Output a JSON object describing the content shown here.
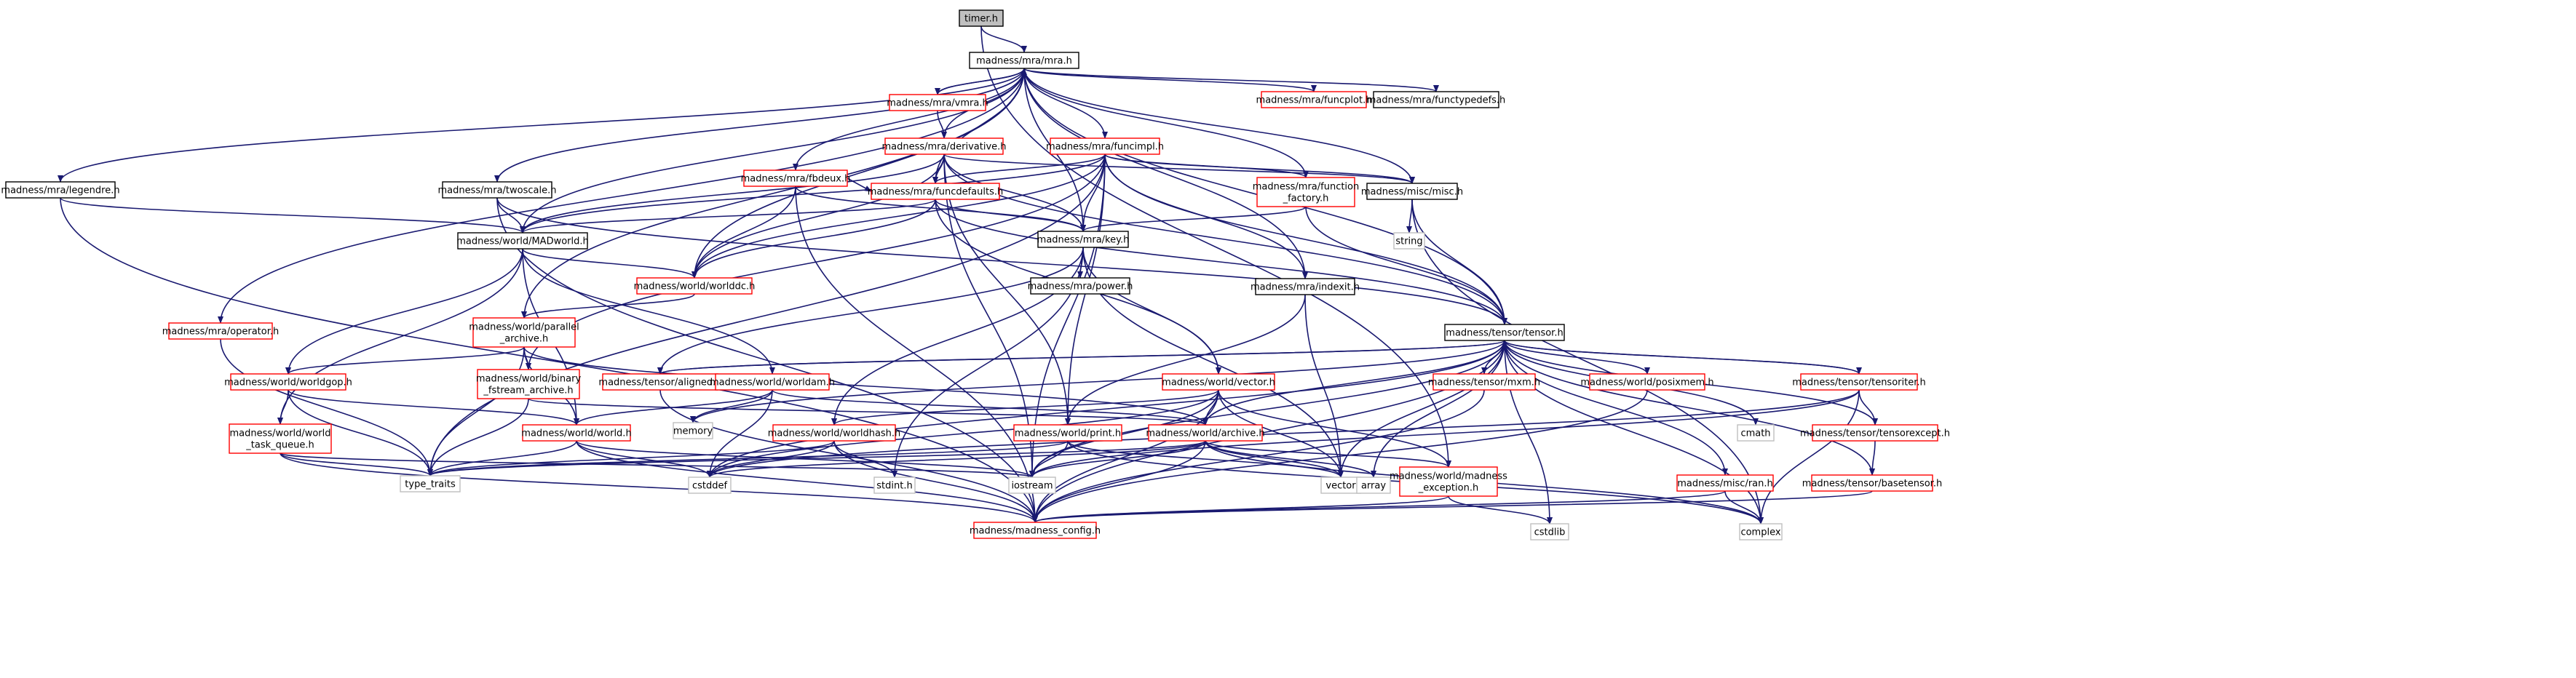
{
  "diagram": {
    "kind": "include dependency graph",
    "colors": {
      "edge": "#191970",
      "box_linked": "#000000",
      "box_unlinked": "#ff0000",
      "box_ext": "#bfbfbf",
      "root_fill": "#bfbfbf"
    },
    "nodes": [
      {
        "id": "timer",
        "label": "timer.h",
        "style": "root"
      },
      {
        "id": "mra",
        "label": "madness/mra/mra.h",
        "style": "linked"
      },
      {
        "id": "legendre",
        "label": "madness/mra/legendre.h",
        "style": "linked"
      },
      {
        "id": "operator",
        "label": "madness/mra/operator.h",
        "style": "unlinked"
      },
      {
        "id": "fbdeux",
        "label": "madness/mra/fbdeux.h",
        "style": "unlinked"
      },
      {
        "id": "vmra",
        "label": "madness/mra/vmra.h",
        "style": "unlinked"
      },
      {
        "id": "derivative",
        "label": "madness/mra/derivative.h",
        "style": "unlinked"
      },
      {
        "id": "funcimpl",
        "label": "madness/mra/funcimpl.h",
        "style": "unlinked"
      },
      {
        "id": "funcplot",
        "label": "madness/mra/funcplot.h",
        "style": "unlinked"
      },
      {
        "id": "functypedefs",
        "label": "madness/mra/functypedefs.h",
        "style": "linked"
      },
      {
        "id": "twoscale",
        "label": "madness/mra/twoscale.h",
        "style": "linked"
      },
      {
        "id": "funcdefaults",
        "label": "madness/mra/funcdefaults.h",
        "style": "unlinked"
      },
      {
        "id": "function_factory",
        "label": "madness/mra/function\n_factory.h",
        "style": "unlinked"
      },
      {
        "id": "misc",
        "label": "madness/misc/misc.h",
        "style": "linked"
      },
      {
        "id": "string",
        "label": "string",
        "style": "ext"
      },
      {
        "id": "madworld",
        "label": "madness/world/MADworld.h",
        "style": "linked"
      },
      {
        "id": "key",
        "label": "madness/mra/key.h",
        "style": "linked"
      },
      {
        "id": "worlddc",
        "label": "madness/world/worlddc.h",
        "style": "unlinked"
      },
      {
        "id": "power",
        "label": "madness/mra/power.h",
        "style": "linked"
      },
      {
        "id": "indexit",
        "label": "madness/mra/indexit.h",
        "style": "linked"
      },
      {
        "id": "parallel_archive",
        "label": "madness/world/parallel\n_archive.h",
        "style": "unlinked"
      },
      {
        "id": "tensor",
        "label": "madness/tensor/tensor.h",
        "style": "linked"
      },
      {
        "id": "worldgop",
        "label": "madness/world/worldgop.h",
        "style": "unlinked"
      },
      {
        "id": "binary_fstream",
        "label": "madness/world/binary\n_fstream_archive.h",
        "style": "unlinked"
      },
      {
        "id": "aligned",
        "label": "madness/tensor/aligned.h",
        "style": "unlinked"
      },
      {
        "id": "worldam",
        "label": "madness/world/worldam.h",
        "style": "unlinked"
      },
      {
        "id": "vector_h",
        "label": "madness/world/vector.h",
        "style": "unlinked"
      },
      {
        "id": "mxm",
        "label": "madness/tensor/mxm.h",
        "style": "unlinked"
      },
      {
        "id": "posixmem",
        "label": "madness/world/posixmem.h",
        "style": "unlinked"
      },
      {
        "id": "tensoriter",
        "label": "madness/tensor/tensoriter.h",
        "style": "unlinked"
      },
      {
        "id": "task_queue",
        "label": "madness/world/world\n_task_queue.h",
        "style": "unlinked"
      },
      {
        "id": "memory",
        "label": "memory",
        "style": "ext"
      },
      {
        "id": "world",
        "label": "madness/world/world.h",
        "style": "unlinked"
      },
      {
        "id": "worldhash",
        "label": "madness/world/worldhash.h",
        "style": "unlinked"
      },
      {
        "id": "print",
        "label": "madness/world/print.h",
        "style": "unlinked"
      },
      {
        "id": "archive",
        "label": "madness/world/archive.h",
        "style": "unlinked"
      },
      {
        "id": "cmath",
        "label": "cmath",
        "style": "ext"
      },
      {
        "id": "tensorexcept",
        "label": "madness/tensor/tensorexcept.h",
        "style": "unlinked"
      },
      {
        "id": "type_traits",
        "label": "type_traits",
        "style": "ext"
      },
      {
        "id": "cstddef",
        "label": "cstddef",
        "style": "ext"
      },
      {
        "id": "stdint",
        "label": "stdint.h",
        "style": "ext"
      },
      {
        "id": "iostream",
        "label": "iostream",
        "style": "ext"
      },
      {
        "id": "vector",
        "label": "vector",
        "style": "ext"
      },
      {
        "id": "array",
        "label": "array",
        "style": "ext"
      },
      {
        "id": "madness_exception",
        "label": "madness/world/madness\n_exception.h",
        "style": "unlinked"
      },
      {
        "id": "ran",
        "label": "madness/misc/ran.h",
        "style": "unlinked"
      },
      {
        "id": "basetensor",
        "label": "madness/tensor/basetensor.h",
        "style": "unlinked"
      },
      {
        "id": "madness_config",
        "label": "madness/madness_config.h",
        "style": "unlinked"
      },
      {
        "id": "cstdlib",
        "label": "cstdlib",
        "style": "ext"
      },
      {
        "id": "complex",
        "label": "complex",
        "style": "ext"
      }
    ],
    "edges": [
      [
        "timer",
        "mra"
      ],
      [
        "timer",
        "madness_exception"
      ],
      [
        "mra",
        "legendre"
      ],
      [
        "mra",
        "operator"
      ],
      [
        "mra",
        "fbdeux"
      ],
      [
        "mra",
        "vmra"
      ],
      [
        "mra",
        "derivative"
      ],
      [
        "mra",
        "funcimpl"
      ],
      [
        "mra",
        "funcplot"
      ],
      [
        "mra",
        "functypedefs"
      ],
      [
        "mra",
        "twoscale"
      ],
      [
        "mra",
        "funcdefaults"
      ],
      [
        "mra",
        "function_factory"
      ],
      [
        "mra",
        "misc"
      ],
      [
        "mra",
        "madworld"
      ],
      [
        "mra",
        "key"
      ],
      [
        "mra",
        "worlddc"
      ],
      [
        "mra",
        "indexit"
      ],
      [
        "mra",
        "parallel_archive"
      ],
      [
        "mra",
        "tensor"
      ],
      [
        "vmra",
        "mra"
      ],
      [
        "vmra",
        "derivative"
      ],
      [
        "legendre",
        "madworld"
      ],
      [
        "legendre",
        "madness_config"
      ],
      [
        "operator",
        "type_traits"
      ],
      [
        "fbdeux",
        "funcdefaults"
      ],
      [
        "fbdeux",
        "key"
      ],
      [
        "fbdeux",
        "worlddc"
      ],
      [
        "fbdeux",
        "madness_config"
      ],
      [
        "derivative",
        "funcdefaults"
      ],
      [
        "derivative",
        "key"
      ],
      [
        "derivative",
        "madworld"
      ],
      [
        "derivative",
        "misc"
      ],
      [
        "derivative",
        "worlddc"
      ],
      [
        "derivative",
        "tensor"
      ],
      [
        "derivative",
        "print"
      ],
      [
        "derivative",
        "iostream"
      ],
      [
        "funcimpl",
        "funcdefaults"
      ],
      [
        "funcimpl",
        "function_factory"
      ],
      [
        "funcimpl",
        "misc"
      ],
      [
        "funcimpl",
        "madworld"
      ],
      [
        "funcimpl",
        "key"
      ],
      [
        "funcimpl",
        "indexit"
      ],
      [
        "funcimpl",
        "tensor"
      ],
      [
        "funcimpl",
        "binary_fstream"
      ],
      [
        "funcimpl",
        "print"
      ],
      [
        "funcimpl",
        "type_traits"
      ],
      [
        "funcimpl",
        "iostream"
      ],
      [
        "funcimpl",
        "worlddc"
      ],
      [
        "twoscale",
        "madworld"
      ],
      [
        "twoscale",
        "tensor"
      ],
      [
        "twoscale",
        "madness_config"
      ],
      [
        "funcdefaults",
        "madworld"
      ],
      [
        "funcdefaults",
        "key"
      ],
      [
        "funcdefaults",
        "tensor"
      ],
      [
        "funcdefaults",
        "vector_h"
      ],
      [
        "funcdefaults",
        "worlddc"
      ],
      [
        "function_factory",
        "key"
      ],
      [
        "function_factory",
        "tensor"
      ],
      [
        "misc",
        "string"
      ],
      [
        "misc",
        "tensor"
      ],
      [
        "misc",
        "complex"
      ],
      [
        "madworld",
        "worlddc"
      ],
      [
        "madworld",
        "worldgop"
      ],
      [
        "madworld",
        "worldam"
      ],
      [
        "madworld",
        "world"
      ],
      [
        "madworld",
        "task_queue"
      ],
      [
        "key",
        "power"
      ],
      [
        "key",
        "vector_h"
      ],
      [
        "key",
        "worldhash"
      ],
      [
        "key",
        "aligned"
      ],
      [
        "key",
        "vector"
      ],
      [
        "key",
        "stdint"
      ],
      [
        "worlddc",
        "parallel_archive"
      ],
      [
        "indexit",
        "vector"
      ],
      [
        "indexit",
        "print"
      ],
      [
        "parallel_archive",
        "worldgop"
      ],
      [
        "parallel_archive",
        "binary_fstream"
      ],
      [
        "parallel_archive",
        "archive"
      ],
      [
        "parallel_archive",
        "type_traits"
      ],
      [
        "parallel_archive",
        "world"
      ],
      [
        "tensor",
        "aligned"
      ],
      [
        "tensor",
        "mxm"
      ],
      [
        "tensor",
        "posixmem"
      ],
      [
        "tensor",
        "tensoriter"
      ],
      [
        "tensor",
        "archive"
      ],
      [
        "tensor",
        "memory"
      ],
      [
        "tensor",
        "cmath"
      ],
      [
        "tensor",
        "complex"
      ],
      [
        "tensor",
        "cstddef"
      ],
      [
        "tensor",
        "iostream"
      ],
      [
        "tensor",
        "vector"
      ],
      [
        "tensor",
        "array"
      ],
      [
        "tensor",
        "ran"
      ],
      [
        "tensor",
        "basetensor"
      ],
      [
        "tensor",
        "tensorexcept"
      ],
      [
        "tensor",
        "cstdlib"
      ],
      [
        "tensor",
        "madness_config"
      ],
      [
        "worldgop",
        "task_queue"
      ],
      [
        "worldgop",
        "world"
      ],
      [
        "worldgop",
        "type_traits"
      ],
      [
        "binary_fstream",
        "archive"
      ],
      [
        "binary_fstream",
        "type_traits"
      ],
      [
        "aligned",
        "tensor"
      ],
      [
        "aligned",
        "madness_config"
      ],
      [
        "worldam",
        "world"
      ],
      [
        "worldam",
        "memory"
      ],
      [
        "worldam",
        "cstddef"
      ],
      [
        "worldam",
        "archive"
      ],
      [
        "vector_h",
        "archive"
      ],
      [
        "vector_h",
        "vector"
      ],
      [
        "vector_h",
        "worldhash"
      ],
      [
        "vector_h",
        "madness_exception"
      ],
      [
        "vector_h",
        "iostream"
      ],
      [
        "vector_h",
        "madness_config"
      ],
      [
        "vector_h",
        "cstddef"
      ],
      [
        "mxm",
        "madness_config"
      ],
      [
        "posixmem",
        "madness_config"
      ],
      [
        "tensoriter",
        "tensor"
      ],
      [
        "tensoriter",
        "tensorexcept"
      ],
      [
        "tensoriter",
        "iostream"
      ],
      [
        "tensoriter",
        "complex"
      ],
      [
        "tensoriter",
        "cstddef"
      ],
      [
        "task_queue",
        "type_traits"
      ],
      [
        "task_queue",
        "iostream"
      ],
      [
        "task_queue",
        "madness_config"
      ],
      [
        "world",
        "type_traits"
      ],
      [
        "world",
        "cstddef"
      ],
      [
        "world",
        "madness_config"
      ],
      [
        "world",
        "iostream"
      ],
      [
        "worldhash",
        "type_traits"
      ],
      [
        "worldhash",
        "cstddef"
      ],
      [
        "worldhash",
        "stdint"
      ],
      [
        "worldhash",
        "madness_config"
      ],
      [
        "print",
        "type_traits"
      ],
      [
        "print",
        "iostream"
      ],
      [
        "print",
        "vector"
      ],
      [
        "print",
        "complex"
      ],
      [
        "archive",
        "type_traits"
      ],
      [
        "archive",
        "iostream"
      ],
      [
        "archive",
        "vector"
      ],
      [
        "archive",
        "array"
      ],
      [
        "archive",
        "madness_exception"
      ],
      [
        "archive",
        "cstddef"
      ],
      [
        "archive",
        "complex"
      ],
      [
        "archive",
        "madness_config"
      ],
      [
        "tensorexcept",
        "basetensor"
      ],
      [
        "madness_exception",
        "madness_config"
      ],
      [
        "madness_exception",
        "cstdlib"
      ],
      [
        "ran",
        "madness_config"
      ],
      [
        "ran",
        "complex"
      ],
      [
        "basetensor",
        "madness_config"
      ]
    ]
  }
}
